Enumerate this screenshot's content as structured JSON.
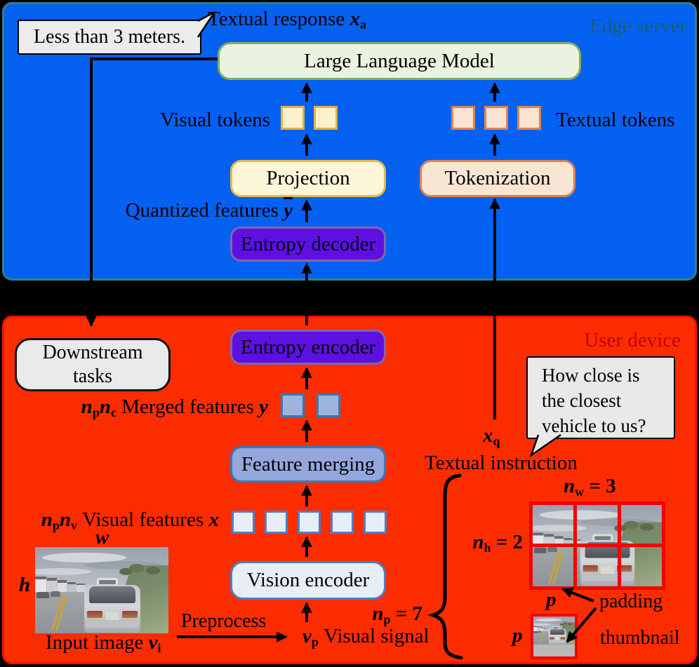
{
  "edge_server": {
    "region_label": "Edge server",
    "response_bubble": "Less than 3 meters.",
    "textual_response": {
      "label": "Textual response",
      "vec": "x",
      "sub": "a"
    },
    "llm_label": "Large Language Model",
    "visual_tokens_label": "Visual tokens",
    "textual_tokens_label": "Textual tokens",
    "projection_label": "Projection",
    "tokenization_label": "Tokenization",
    "quantized_features": {
      "label": "Quantized features",
      "vec": "y"
    },
    "entropy_decoder_label": "Entropy decoder"
  },
  "user_device": {
    "region_label": "User device",
    "downstream_line1": "Downstream",
    "downstream_line2": "tasks",
    "entropy_encoder_label": "Entropy encoder",
    "merged_features": {
      "n": "n",
      "sub1": "p",
      "sub2": "c",
      "label": "Merged features",
      "vec": "y"
    },
    "feature_merging_label": "Feature merging",
    "visual_features": {
      "n": "n",
      "sub1": "p",
      "sub2": "v",
      "label": "Visual features",
      "vec": "x"
    },
    "vision_encoder_label": "Vision encoder",
    "width_var": "w",
    "height_var": "h",
    "input_image": {
      "label": "Input image",
      "vec": "v",
      "sub": "i"
    },
    "preprocess_label": "Preprocess",
    "visual_signal": {
      "vec": "v",
      "sub": "p",
      "label": "Visual signal"
    },
    "question_bubble": {
      "line1": "How close is",
      "line2": "the closest",
      "line3": "vehicle to us?"
    },
    "textual_instruction": {
      "vec": "x",
      "sub": "q",
      "label": "Textual instruction"
    },
    "n_p": {
      "var": "n",
      "sub": "p",
      "eq": "= 7"
    },
    "n_w": {
      "var": "n",
      "sub": "w",
      "eq": "= 3"
    },
    "n_h": {
      "var": "n",
      "sub": "h",
      "eq": "= 2"
    },
    "p_patch": "p",
    "p_thumb": "p",
    "padding_label": "padding",
    "thumbnail_label": "thumbnail"
  },
  "colors": {
    "edge_bg": "#0561F2",
    "user_bg": "#FB2D00",
    "llm_fill": "#EAF3DF",
    "projection_fill": "#FDF6D9",
    "tokenization_fill": "#F9E5D3",
    "entropy_fill": "#5E10E2",
    "merging_fill": "#94A7DD",
    "vision_fill": "#E8EEF8",
    "grid_red": "#F40000",
    "edge_label": "#17606B",
    "user_label": "#BE0404"
  }
}
